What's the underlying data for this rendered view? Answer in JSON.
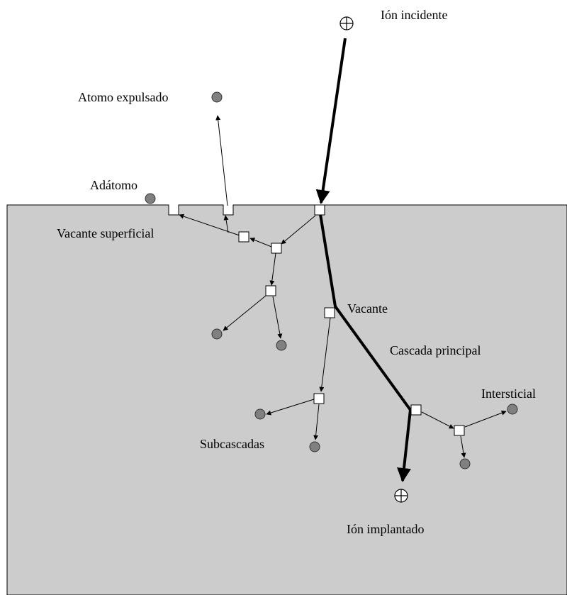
{
  "labels": {
    "incident_ion": "Ión incidente",
    "ejected_atom": "Atomo expulsado",
    "adatom": "Adátomo",
    "surface_vacancy": "Vacante superficial",
    "vacancy": "Vacante",
    "main_cascade": "Cascada principal",
    "interstitial": "Intersticial",
    "subcascades": "Subcascadas",
    "implanted_ion": "Ión implantado"
  },
  "colors": {
    "substrate": "#cccccc",
    "atom": "#808080",
    "vacancy_fill": "#ffffff",
    "line": "#000000"
  }
}
